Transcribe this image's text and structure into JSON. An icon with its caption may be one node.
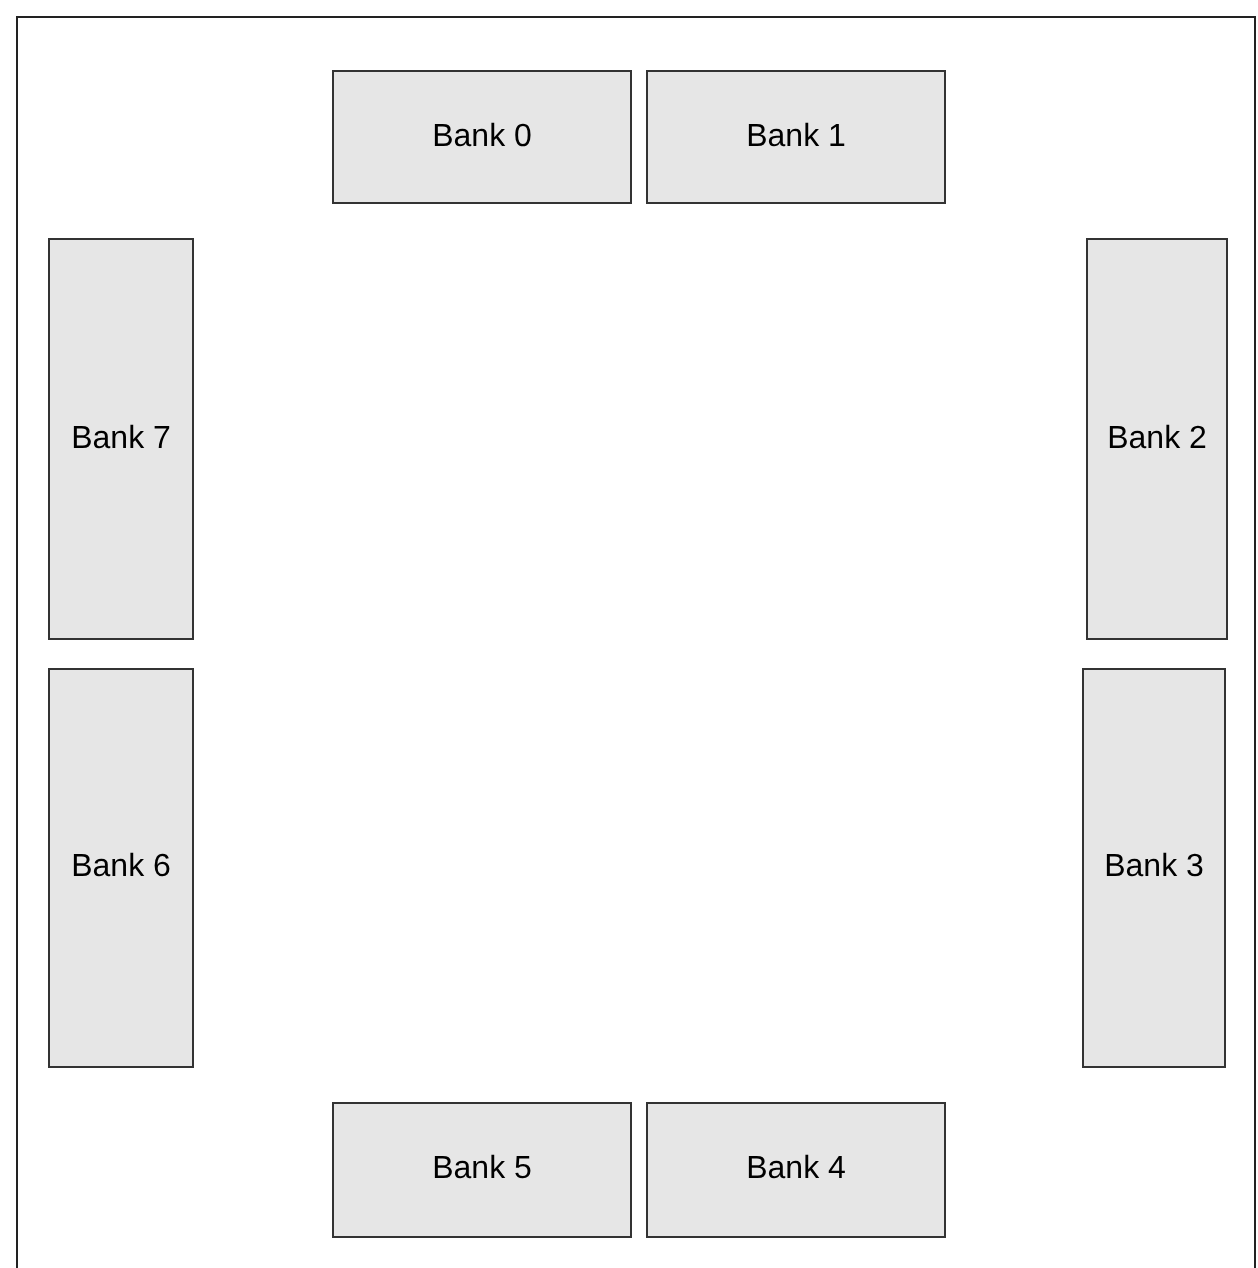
{
  "diagram": {
    "nodes": [
      {
        "text": [
          "Bank 0"
        ]
      },
      {
        "text": [
          "Bank 1"
        ]
      },
      {
        "text": [
          "Bank 7"
        ]
      },
      {
        "text": [
          "Bank 2"
        ]
      },
      {
        "text": [
          "Bank 6"
        ]
      },
      {
        "text": [
          "Bank 3"
        ]
      },
      {
        "text": [
          "Bank 5"
        ]
      },
      {
        "text": [
          "Bank 4"
        ]
      }
    ]
  }
}
